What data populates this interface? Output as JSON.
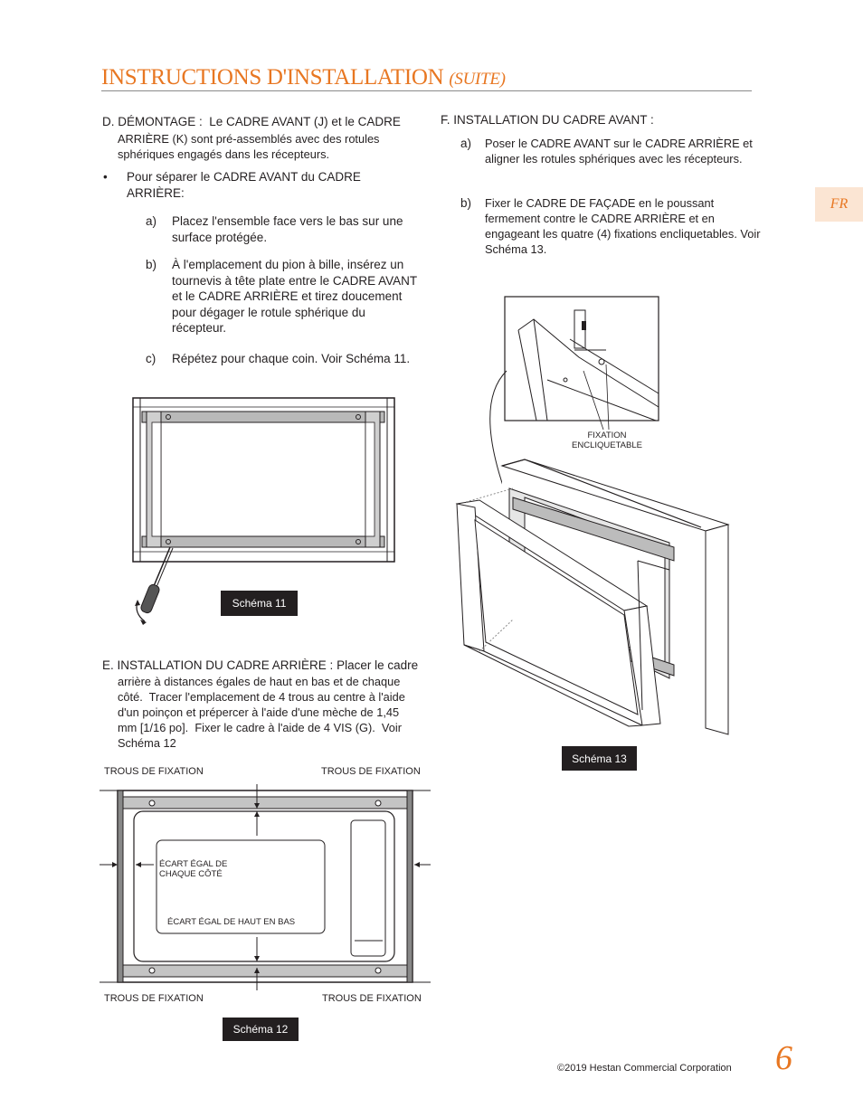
{
  "header": {
    "title": "INSTRUCTIONS D'INSTALLATION",
    "title_suffix": "(SUITE)",
    "lang_tab": "FR"
  },
  "section_d": {
    "heading": "D. DÉMONTAGE :",
    "heading_text": "Le CADRE AVANT (J) et le CADRE",
    "heading_cont": "ARRIÈRE (K) sont pré-assemblés avec des rotules sphériques engagés dans les récepteurs.",
    "bullet_text": "Pour séparer le CADRE AVANT du CADRE ARRIÈRE:",
    "steps": [
      {
        "letter": "a)",
        "text": "Placez l'ensemble face vers le bas sur une surface protégée."
      },
      {
        "letter": "b)",
        "text": "À l'emplacement du pion à bille, insérez un tournevis à tête plate entre le CADRE AVANT et le CADRE ARRIÈRE et tirez doucement pour dégager le rotule sphérique du récepteur."
      },
      {
        "letter": "c)",
        "text": "Répétez pour chaque coin.  Voir Schéma 11."
      }
    ]
  },
  "section_e": {
    "heading": "E.  INSTALLATION DU CADRE ARRIÈRE :",
    "text": "Placer le cadre arrière à distances égales de haut en bas et de chaque côté.  Tracer l'emplacement de 4 trous au centre à l'aide d'un poinçon et prépercer à l'aide d'une mèche de 1,45 mm [1/16 po].  Fixer le cadre à l'aide de 4 VIS (G).  Voir Schéma 12"
  },
  "section_f": {
    "heading": "F.  INSTALLATION DU CADRE AVANT :",
    "steps": [
      {
        "letter": "a)",
        "text": "Poser le CADRE AVANT sur le CADRE ARRIÈRE et aligner les rotules sphériques avec les récepteurs."
      },
      {
        "letter": "b)",
        "text": "Fixer le CADRE DE FAÇADE en le poussant fermement contre le CADRE ARRIÈRE et en engageant les quatre (4) fixations encliquetables. Voir Schéma 13."
      }
    ]
  },
  "figures": {
    "fig11_caption": "Schéma 11",
    "fig12_caption": "Schéma 12",
    "fig13_caption": "Schéma 13",
    "fig12_labels": {
      "top_left": "TROUS DE FIXATION",
      "top_right": "TROUS DE FIXATION",
      "bottom_left": "TROUS DE FIXATION",
      "bottom_right": "TROUS DE FIXATION",
      "side_gap": "ÉCART ÉGAL DE CHAQUE CÔTÉ",
      "vertical_gap": "ÉCART ÉGAL DE HAUT EN BAS"
    },
    "fig13_label": "FIXATION ENCLIQUETABLE"
  },
  "footer": {
    "copyright": "©2019 Hestan Commercial Corporation",
    "page_number": "6"
  },
  "colors": {
    "accent": "#e87722",
    "tab_bg": "#fbe5d3",
    "text": "#231f20"
  }
}
